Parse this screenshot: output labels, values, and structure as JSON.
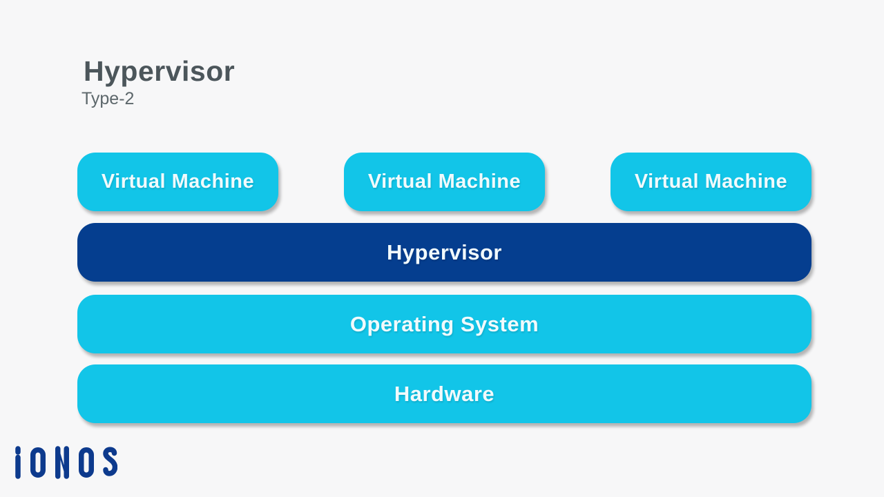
{
  "page": {
    "background_color": "#F7F7F8"
  },
  "header": {
    "title": "Hypervisor",
    "subtitle": "Type-2"
  },
  "diagram": {
    "vm_row": {
      "boxes": [
        {
          "label": "Virtual Machine"
        },
        {
          "label": "Virtual Machine"
        },
        {
          "label": "Virtual Machine"
        }
      ]
    },
    "layers": [
      {
        "id": "hypervisor",
        "label": "Hypervisor",
        "color": "#053E8F"
      },
      {
        "id": "operating-system",
        "label": "Operating System",
        "color": "#12C5E8"
      },
      {
        "id": "hardware",
        "label": "Hardware",
        "color": "#12C5E8"
      }
    ],
    "colors": {
      "cyan": "#12C5E8",
      "navy": "#053E8F",
      "block_text": "#F1FAFC",
      "title_text": "#4C565B",
      "subtitle_text": "#5D676B"
    }
  },
  "footer": {
    "brand": "IONOS",
    "logo_color": "#0D3A8D"
  }
}
